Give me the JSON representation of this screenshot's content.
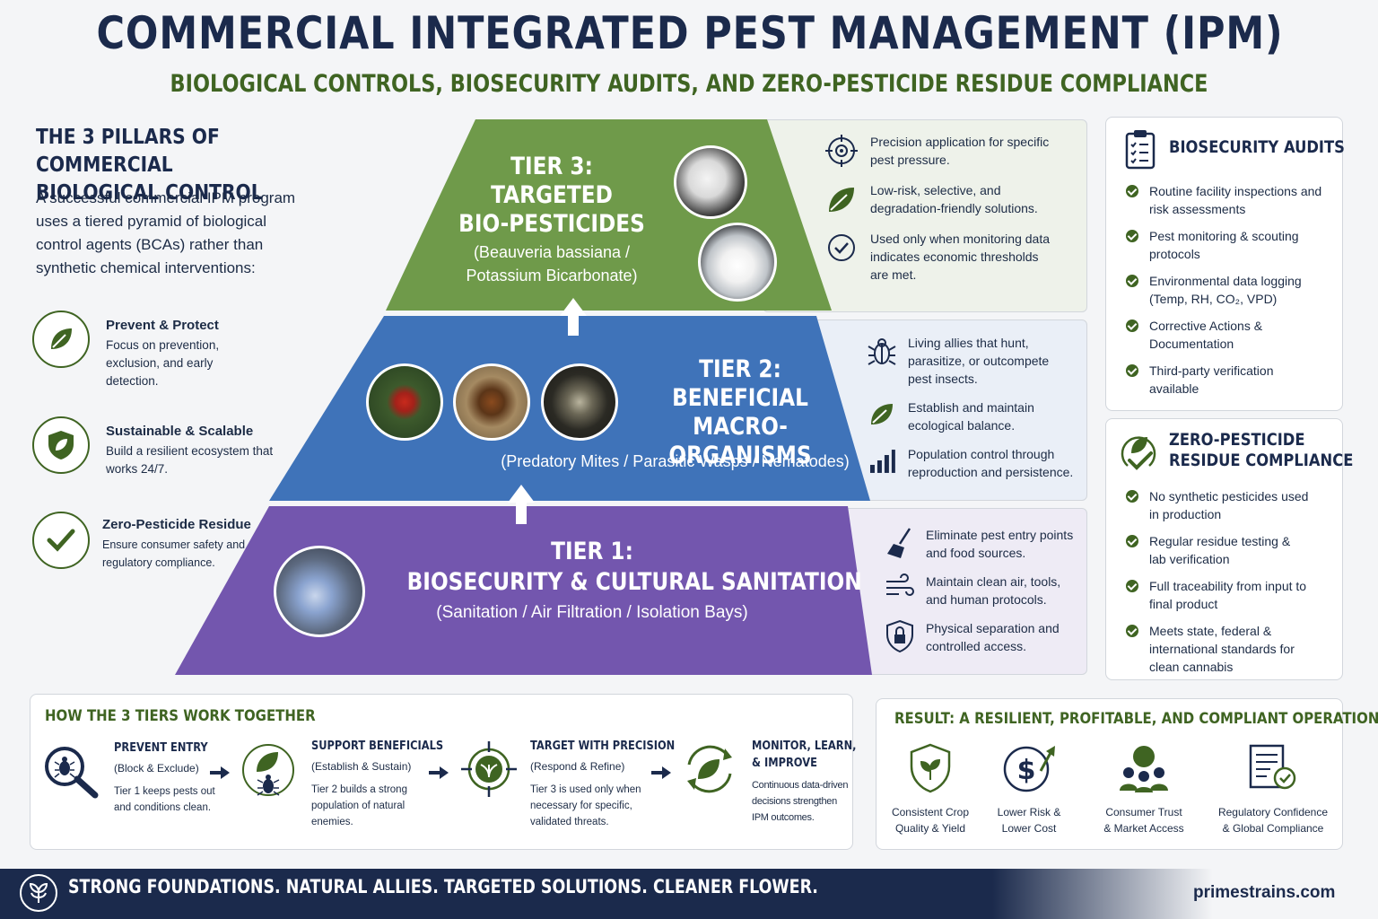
{
  "header": {
    "title": "COMMERCIAL INTEGRATED PEST MANAGEMENT (IPM)",
    "subtitle": "BIOLOGICAL CONTROLS, BIOSECURITY AUDITS, AND ZERO-PESTICIDE RESIDUE COMPLIANCE"
  },
  "pillars": {
    "title_line1": "THE 3 PILLARS OF COMMERCIAL",
    "title_line2": "BIOLOGICAL CONTROL",
    "intro": "A successful commercial IPM program uses a tiered pyramid of biological control agents (BCAs) rather than synthetic chemical interventions:",
    "items": [
      {
        "heading": "Prevent & Protect",
        "text": "Focus on prevention, exclusion, and early detection.",
        "icon": "leaf-icon"
      },
      {
        "heading": "Sustainable & Scalable",
        "text": "Build a resilient ecosystem that works 24/7.",
        "icon": "shield-leaf-icon"
      },
      {
        "heading": "Zero-Pesticide Residue",
        "text": "Ensure consumer safety and regulatory compliance.",
        "icon": "checkmark-icon"
      }
    ]
  },
  "tiers": {
    "tier3": {
      "line1": "TIER 3:",
      "line2": "TARGETED",
      "line3": "BIO-PESTICIDES",
      "sub1": "(Beauveria bassiana /",
      "sub2": "Potassium Bicarbonate)",
      "color": "#6f9a4a",
      "features": [
        {
          "icon": "target-icon",
          "text": "Precision application for specific pest pressure."
        },
        {
          "icon": "leaf-icon",
          "text": "Low-risk, selective, and degradation-friendly solutions."
        },
        {
          "icon": "check-circle-icon",
          "text": "Used only when monitoring data indicates economic thresholds are met."
        }
      ]
    },
    "tier2": {
      "line1": "TIER 2:",
      "line2": "BENEFICIAL",
      "line3": "MACRO-ORGANISMS",
      "sub": "(Predatory Mites / Parasitic Wasps / Nematodes)",
      "color": "#3f73b9",
      "features": [
        {
          "icon": "bug-icon",
          "text": "Living allies that hunt, parasitize, or outcompete pest insects."
        },
        {
          "icon": "leaf-icon",
          "text": "Establish and maintain ecological balance."
        },
        {
          "icon": "bar-chart-icon",
          "text": "Population control through reproduction and persistence."
        }
      ]
    },
    "tier1": {
      "line1": "TIER 1:",
      "line2": "BIOSECURITY & CULTURAL SANITATION",
      "sub": "(Sanitation / Air Filtration / Isolation Bays)",
      "color": "#7356ae",
      "features": [
        {
          "icon": "broom-icon",
          "text": "Eliminate pest entry points and food sources."
        },
        {
          "icon": "wind-icon",
          "text": "Maintain clean air, tools, and human protocols."
        },
        {
          "icon": "lock-shield-icon",
          "text": "Physical separation and controlled access."
        }
      ]
    }
  },
  "biosecurity": {
    "title": "BIOSECURITY AUDITS",
    "items": [
      "Routine facility inspections and risk assessments",
      "Pest monitoring & scouting protocols",
      "Environmental data logging (Temp, RH, CO₂, VPD)",
      "Corrective Actions & Documentation",
      "Third-party verification available"
    ]
  },
  "compliance": {
    "title_line1": "ZERO-PESTICIDE",
    "title_line2": "RESIDUE COMPLIANCE",
    "items": [
      "No synthetic pesticides used in production",
      "Regular residue testing & lab verification",
      "Full traceability from input to final product",
      "Meets state, federal & international standards for clean cannabis"
    ]
  },
  "how": {
    "title": "HOW THE 3 TIERS WORK TOGETHER",
    "steps": [
      {
        "heading": "PREVENT ENTRY",
        "sub": "(Block & Exclude)",
        "text": "Tier 1 keeps pests out and conditions clean.",
        "icon": "magnifier-bug-icon"
      },
      {
        "heading": "SUPPORT BENEFICIALS",
        "sub": "(Establish & Sustain)",
        "text": "Tier 2 builds a strong population of natural enemies.",
        "icon": "leaf-bug-icon"
      },
      {
        "heading": "TARGET WITH PRECISION",
        "sub": "(Respond & Refine)",
        "text": "Tier 3 is used only when necessary for specific, validated threats.",
        "icon": "target-leaf-icon"
      },
      {
        "heading": "MONITOR, LEARN,",
        "heading2": "& IMPROVE",
        "text": "Continuous data-driven decisions strengthen IPM outcomes.",
        "icon": "cycle-leaf-icon"
      }
    ]
  },
  "result": {
    "title": "RESULT: A RESILIENT, PROFITABLE, AND COMPLIANT OPERATION",
    "items": [
      {
        "line1": "Consistent Crop",
        "line2": "Quality & Yield",
        "icon": "shield-plant-icon"
      },
      {
        "line1": "Lower Risk &",
        "line2": "Lower Cost",
        "icon": "dollar-growth-icon"
      },
      {
        "line1": "Consumer Trust",
        "line2": "& Market Access",
        "icon": "people-globe-icon"
      },
      {
        "line1": "Regulatory Confidence",
        "line2": "& Global Compliance",
        "icon": "certificate-icon"
      }
    ]
  },
  "footer": {
    "tagline": "STRONG FOUNDATIONS. NATURAL ALLIES. TARGETED SOLUTIONS. CLEANER FLOWER.",
    "site": "primestrains.com"
  },
  "colors": {
    "navy": "#1b2a4c",
    "green": "#3f6422",
    "tier3": "#6f9a4a",
    "tier2": "#3f73b9",
    "tier1": "#7356ae"
  }
}
